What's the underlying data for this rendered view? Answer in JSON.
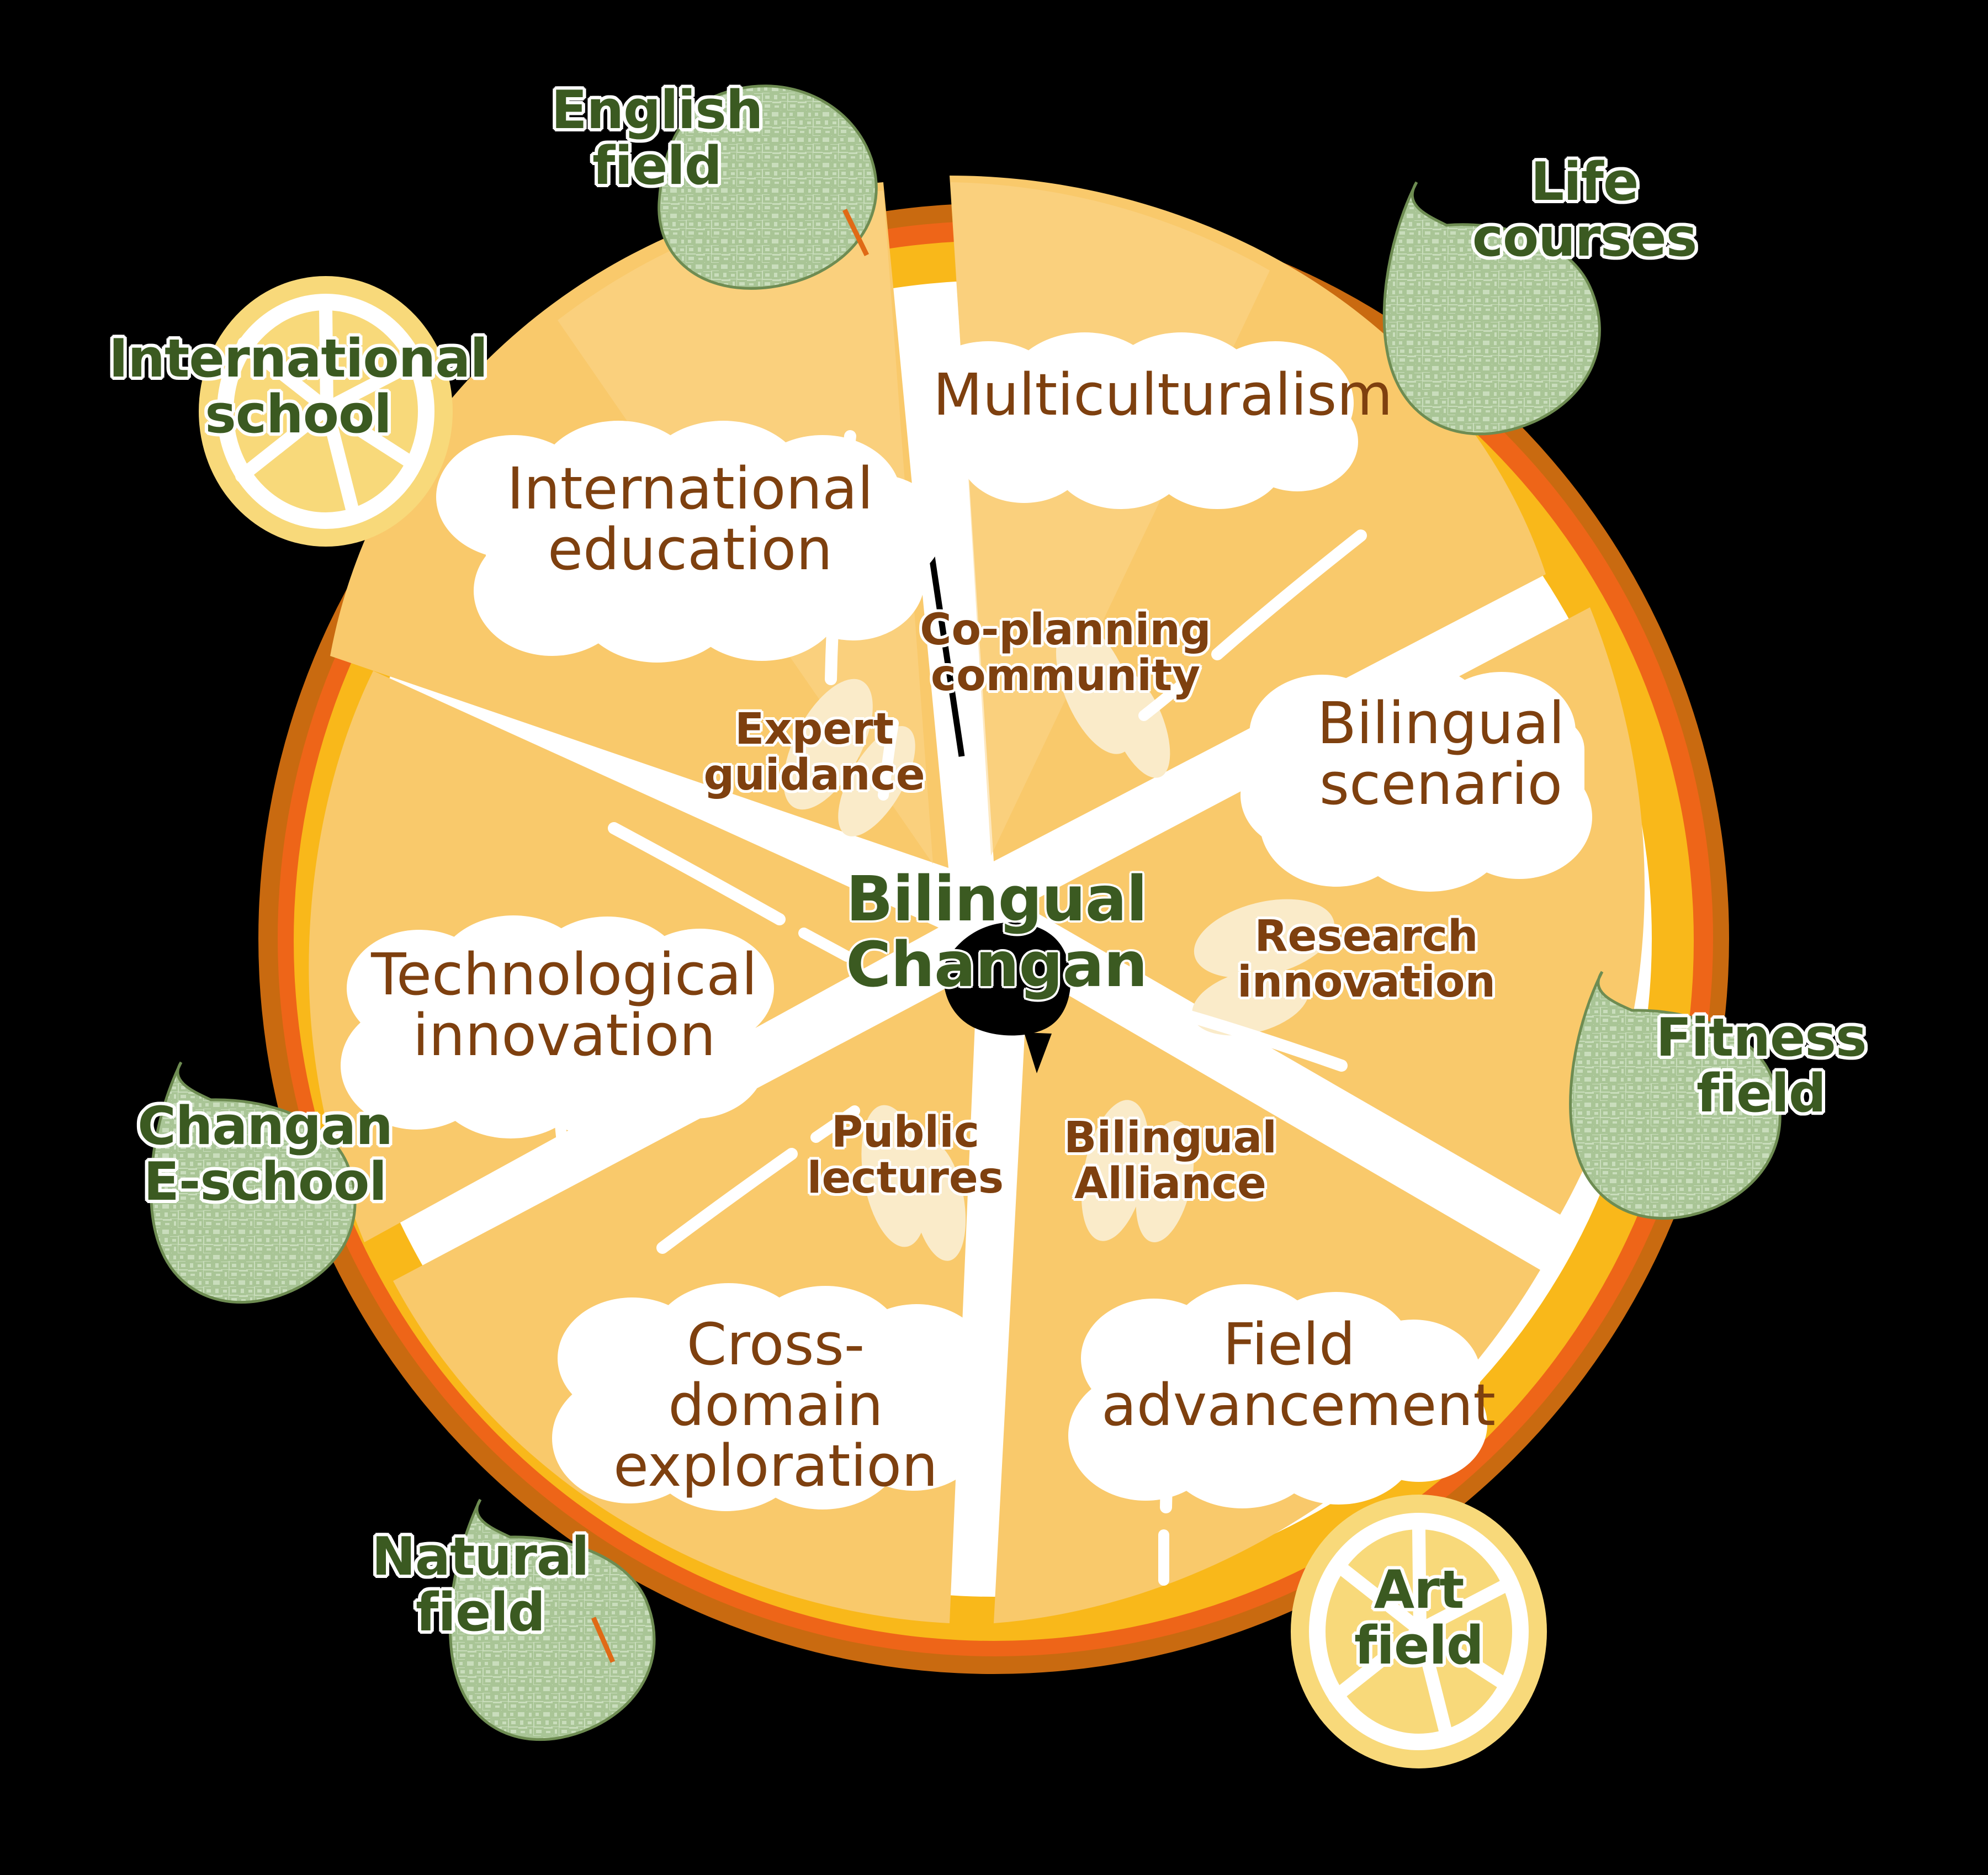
{
  "theme": {
    "background": "#000000",
    "rind_outer": "#C96A10",
    "rind_mid": "#EE6518",
    "rind_inner": "#F9B81A",
    "pith": "#FFFFFF",
    "flesh": "#F9C96B",
    "flesh_light": "#FBD68C",
    "pulp_highlight": "#FAEBC9",
    "leaf_fill": "#C9DDBC",
    "leaf_vein": "#A9C596",
    "lemon_fill": "#FBDE8C",
    "lemon_ring": "#F6D873",
    "green_text": "#3B5A21",
    "brown_text": "#7E400F",
    "center_mark": "#000000"
  },
  "center": {
    "label": "Bilingual\nChangan"
  },
  "segments": [
    {
      "id": "international-education",
      "main": "International\neducation",
      "sub": "Expert\nguidance"
    },
    {
      "id": "multiculturalism",
      "main": "Multiculturalism",
      "sub": "Co-planning\ncommunity"
    },
    {
      "id": "bilingual-scenario",
      "main": "Bilingual\nscenario",
      "sub": "Research\ninnovation"
    },
    {
      "id": "field-advancement",
      "main": "Field\nadvancement",
      "sub": "Bilingual\nAlliance"
    },
    {
      "id": "cross-domain-exploration",
      "main": "Cross-domain\nexploration",
      "sub": "Public\nlectures"
    },
    {
      "id": "technological-innovation",
      "main": "Technological\ninnovation",
      "sub": ""
    }
  ],
  "outer_labels": [
    {
      "id": "english-field",
      "text": "English\nfield",
      "icon": "leaf-icon"
    },
    {
      "id": "life-courses",
      "text": "Life\ncourses",
      "icon": "leaf-icon"
    },
    {
      "id": "international-school",
      "text": "International\nschool",
      "icon": "lemon-slice-icon"
    },
    {
      "id": "fitness-field",
      "text": "Fitness\nfield",
      "icon": "leaf-icon"
    },
    {
      "id": "changan-e-school",
      "text": "Changan\nE-school",
      "icon": "leaf-icon"
    },
    {
      "id": "natural-field",
      "text": "Natural\nfield",
      "icon": "leaf-icon"
    },
    {
      "id": "art-field",
      "text": "Art\nfield",
      "icon": "lemon-slice-icon"
    }
  ],
  "chart_data": {
    "type": "pie",
    "title": "Bilingual Changan",
    "categories": [
      "International education",
      "Multiculturalism",
      "Bilingual scenario",
      "Field advancement",
      "Cross-domain exploration",
      "Technological innovation"
    ],
    "values": [
      1,
      1,
      1,
      1,
      1,
      1
    ],
    "annotations": [
      "Expert guidance",
      "Co-planning community",
      "Research innovation",
      "Bilingual Alliance",
      "Public lectures"
    ],
    "legend": [
      "English field",
      "Life courses",
      "International school",
      "Fitness field",
      "Changan E-school",
      "Natural field",
      "Art field"
    ],
    "legend_position": "around",
    "grid": false
  }
}
